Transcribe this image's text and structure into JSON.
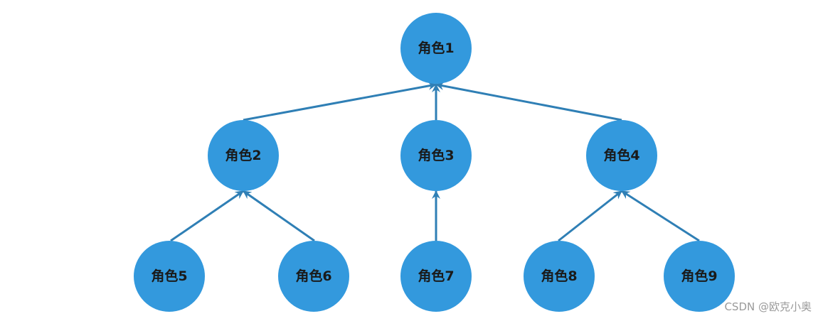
{
  "diagram": {
    "colors": {
      "node_fill": "#3399dd",
      "edge": "#2f7fb5",
      "label": "#1a1a1a"
    },
    "nodes": [
      {
        "id": "n1",
        "label": "角色1"
      },
      {
        "id": "n2",
        "label": "角色2"
      },
      {
        "id": "n3",
        "label": "角色3"
      },
      {
        "id": "n4",
        "label": "角色4"
      },
      {
        "id": "n5",
        "label": "角色5"
      },
      {
        "id": "n6",
        "label": "角色6"
      },
      {
        "id": "n7",
        "label": "角色7"
      },
      {
        "id": "n8",
        "label": "角色8"
      },
      {
        "id": "n9",
        "label": "角色9"
      }
    ],
    "edges": [
      {
        "from": "n2",
        "to": "n1"
      },
      {
        "from": "n3",
        "to": "n1"
      },
      {
        "from": "n4",
        "to": "n1"
      },
      {
        "from": "n5",
        "to": "n2"
      },
      {
        "from": "n6",
        "to": "n2"
      },
      {
        "from": "n7",
        "to": "n3"
      },
      {
        "from": "n8",
        "to": "n4"
      },
      {
        "from": "n9",
        "to": "n4"
      }
    ]
  },
  "watermark": "CSDN @欧克小奥"
}
